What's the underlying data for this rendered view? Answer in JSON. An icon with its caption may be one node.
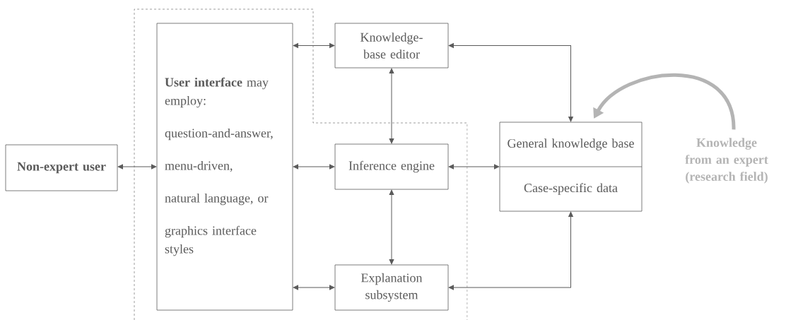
{
  "diagram": {
    "nodes": [
      {
        "text": [
          "Non-expert user"
        ]
      },
      {
        "text": [
          "**User interface** may employ:",
          "question-and-answer,",
          "menu-driven,",
          "natural language, or",
          "graphics interface styles"
        ]
      },
      {
        "text": [
          "Knowledge-base editor"
        ]
      },
      {
        "text": [
          "Inference engine"
        ]
      },
      {
        "text": [
          "Explanation subsystem"
        ]
      },
      {
        "text": [
          "General knowledge base",
          "Case-specific data"
        ]
      },
      {
        "text": [
          "Knowledge from an expert (research field)"
        ]
      }
    ],
    "edges": [
      {
        "from": 0,
        "to": 1,
        "arrow": "both"
      },
      {
        "from": 1,
        "to": 2,
        "arrow": "both"
      },
      {
        "from": 1,
        "to": 3,
        "arrow": "both"
      },
      {
        "from": 1,
        "to": 4,
        "arrow": "both"
      },
      {
        "from": 2,
        "to": 3,
        "arrow": "both"
      },
      {
        "from": 3,
        "to": 4,
        "arrow": "both"
      },
      {
        "from": 2,
        "to": 5,
        "arrow": "both"
      },
      {
        "from": 3,
        "to": 5,
        "arrow": "both"
      },
      {
        "from": 4,
        "to": 5,
        "arrow": "both"
      },
      {
        "from": 6,
        "to": 5,
        "arrow": "to",
        "style": "thick",
        "color": "#b4b4b4"
      }
    ]
  }
}
